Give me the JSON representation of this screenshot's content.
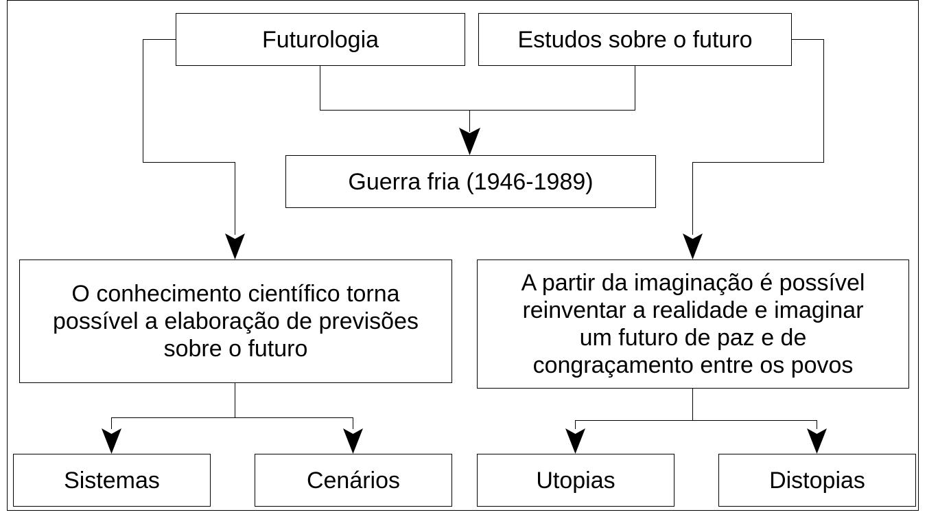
{
  "colors": {
    "line": "#000000",
    "box_fill": "#ffffff",
    "text": "#000000"
  },
  "nodes": {
    "futurologia": "Futurologia",
    "estudos": "Estudos sobre o futuro",
    "guerra": "Guerra fria (1946-1989)",
    "conhecimento": {
      "line1": "O conhecimento científico torna",
      "line2": "possível a elaboração de previsões",
      "line3": "sobre o futuro"
    },
    "imaginacao": {
      "line1": "A partir da imaginação é possível",
      "line2": "reinventar a realidade e imaginar",
      "line3": "um futuro de paz e de",
      "line4": "congraçamento entre os povos"
    },
    "sistemas": "Sistemas",
    "cenarios": "Cenários",
    "utopias": "Utopias",
    "distopias": "Distopias"
  }
}
